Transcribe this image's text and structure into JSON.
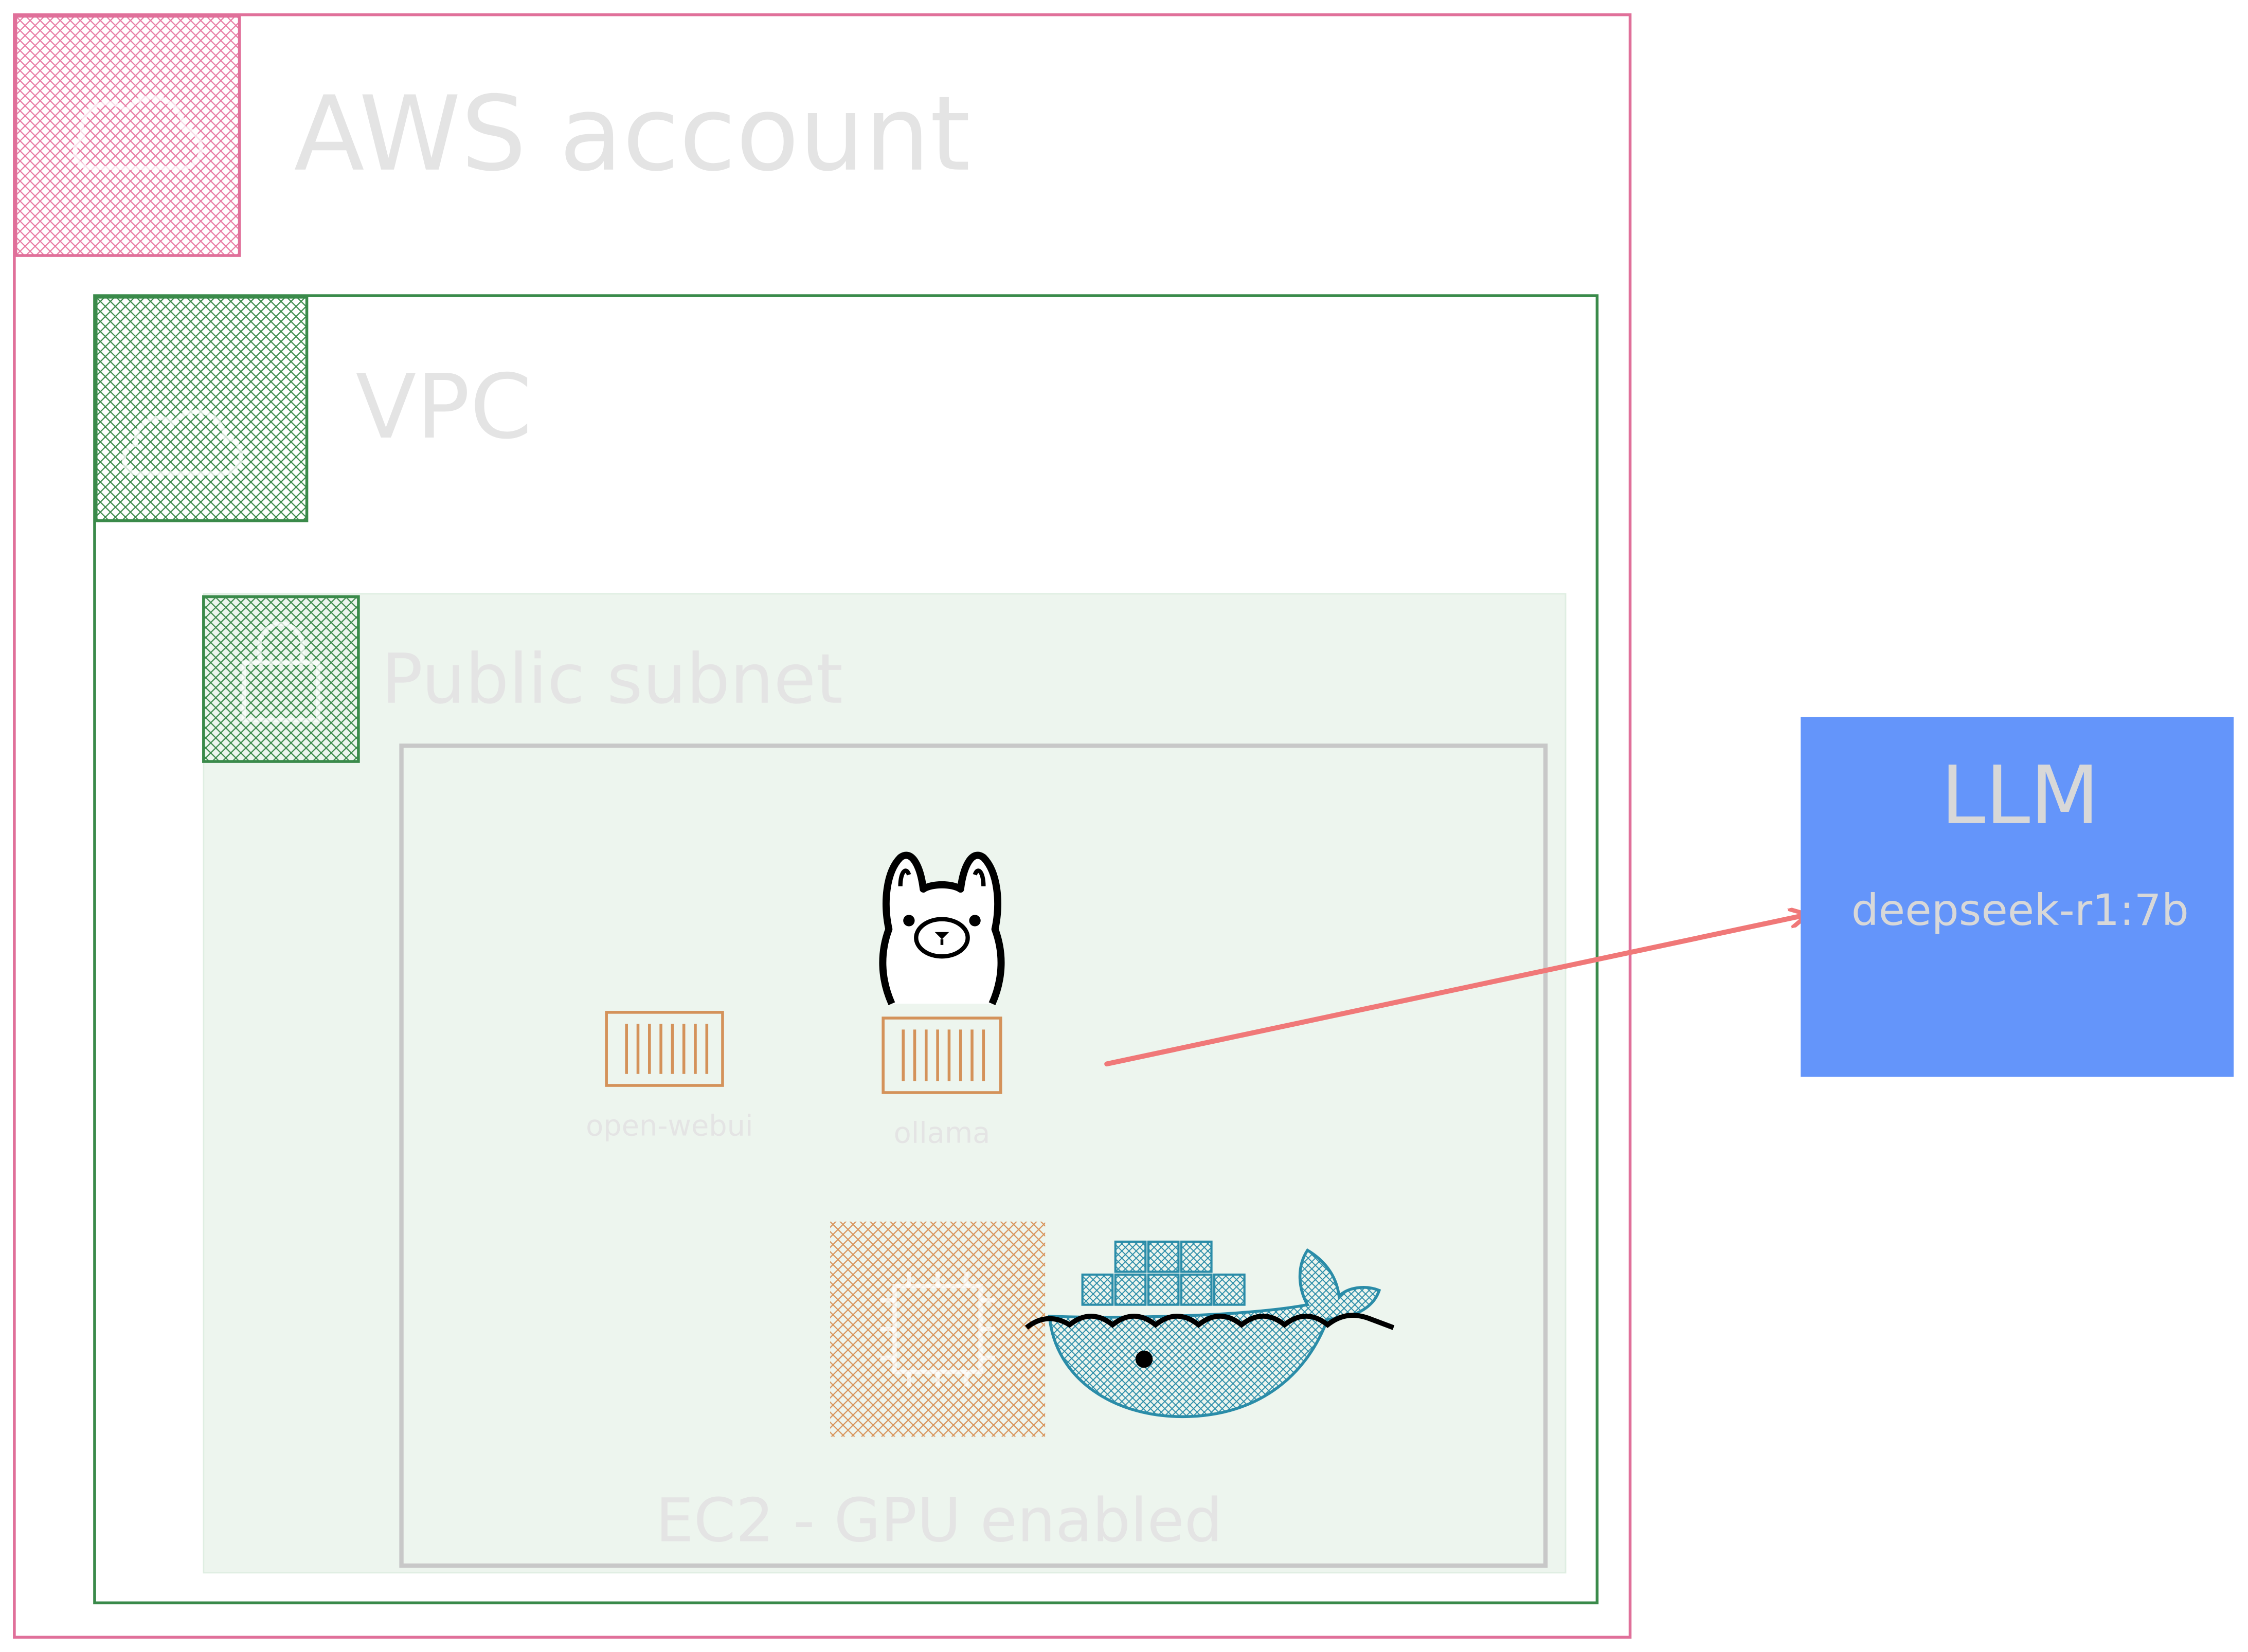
{
  "aws_account": {
    "label": "AWS account"
  },
  "vpc": {
    "label": "VPC"
  },
  "public_subnet": {
    "label": "Public subnet"
  },
  "ec2": {
    "label": "EC2 - GPU enabled"
  },
  "containers": [
    {
      "label": "open-webui"
    },
    {
      "label": "ollama"
    }
  ],
  "llm": {
    "title": "LLM",
    "model": "deepseek-r1:7b"
  },
  "colors": {
    "aws_border": "#e0709a",
    "vpc_border": "#3a8a4a",
    "subnet_fill": "#edf5ee",
    "ec2_border": "#c8c8c8",
    "container_stroke": "#d4925a",
    "docker_blue": "#2a8ca8",
    "llm_fill": "#6495fa",
    "arrow": "#f07878",
    "faint_text": "#e4e4e4"
  },
  "icons": [
    "aws-account-icon",
    "vpc-icon",
    "subnet-icon",
    "ollama-llama-icon",
    "container-icon",
    "ec2-chip-icon",
    "docker-whale-icon"
  ]
}
